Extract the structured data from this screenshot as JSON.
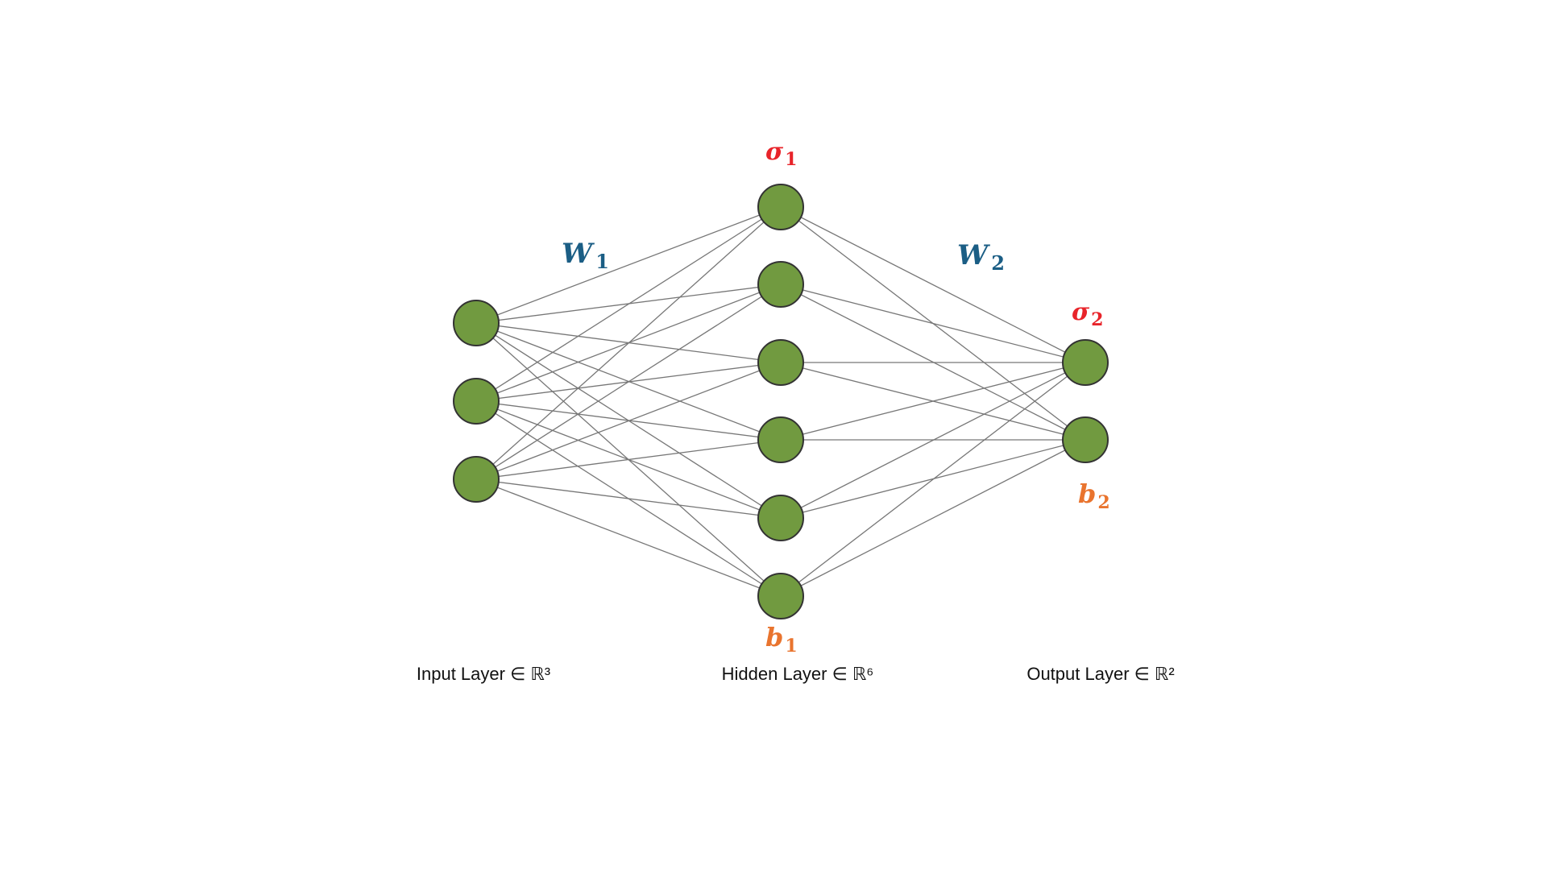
{
  "colors": {
    "node_fill": "#719a40",
    "node_stroke": "#333333",
    "edge": "#777777",
    "weight_label": "#1b5e85",
    "activation_label": "#e8242a",
    "bias_label": "#e9742e"
  },
  "network": {
    "layers": [
      {
        "id": "input",
        "size": 3,
        "label": "Input Layer ∈ ℝ³"
      },
      {
        "id": "hidden",
        "size": 6,
        "label": "Hidden Layer ∈ ℝ⁶"
      },
      {
        "id": "output",
        "size": 2,
        "label": "Output Layer ∈ ℝ²"
      }
    ],
    "connectivity": "fully-connected"
  },
  "labels": {
    "w1": {
      "symbol": "W",
      "sub": "1"
    },
    "w2": {
      "symbol": "W",
      "sub": "2"
    },
    "sigma1": {
      "symbol": "σ",
      "sub": "1"
    },
    "sigma2": {
      "symbol": "σ",
      "sub": "2"
    },
    "b1": {
      "symbol": "b",
      "sub": "1"
    },
    "b2": {
      "symbol": "b",
      "sub": "2"
    }
  }
}
